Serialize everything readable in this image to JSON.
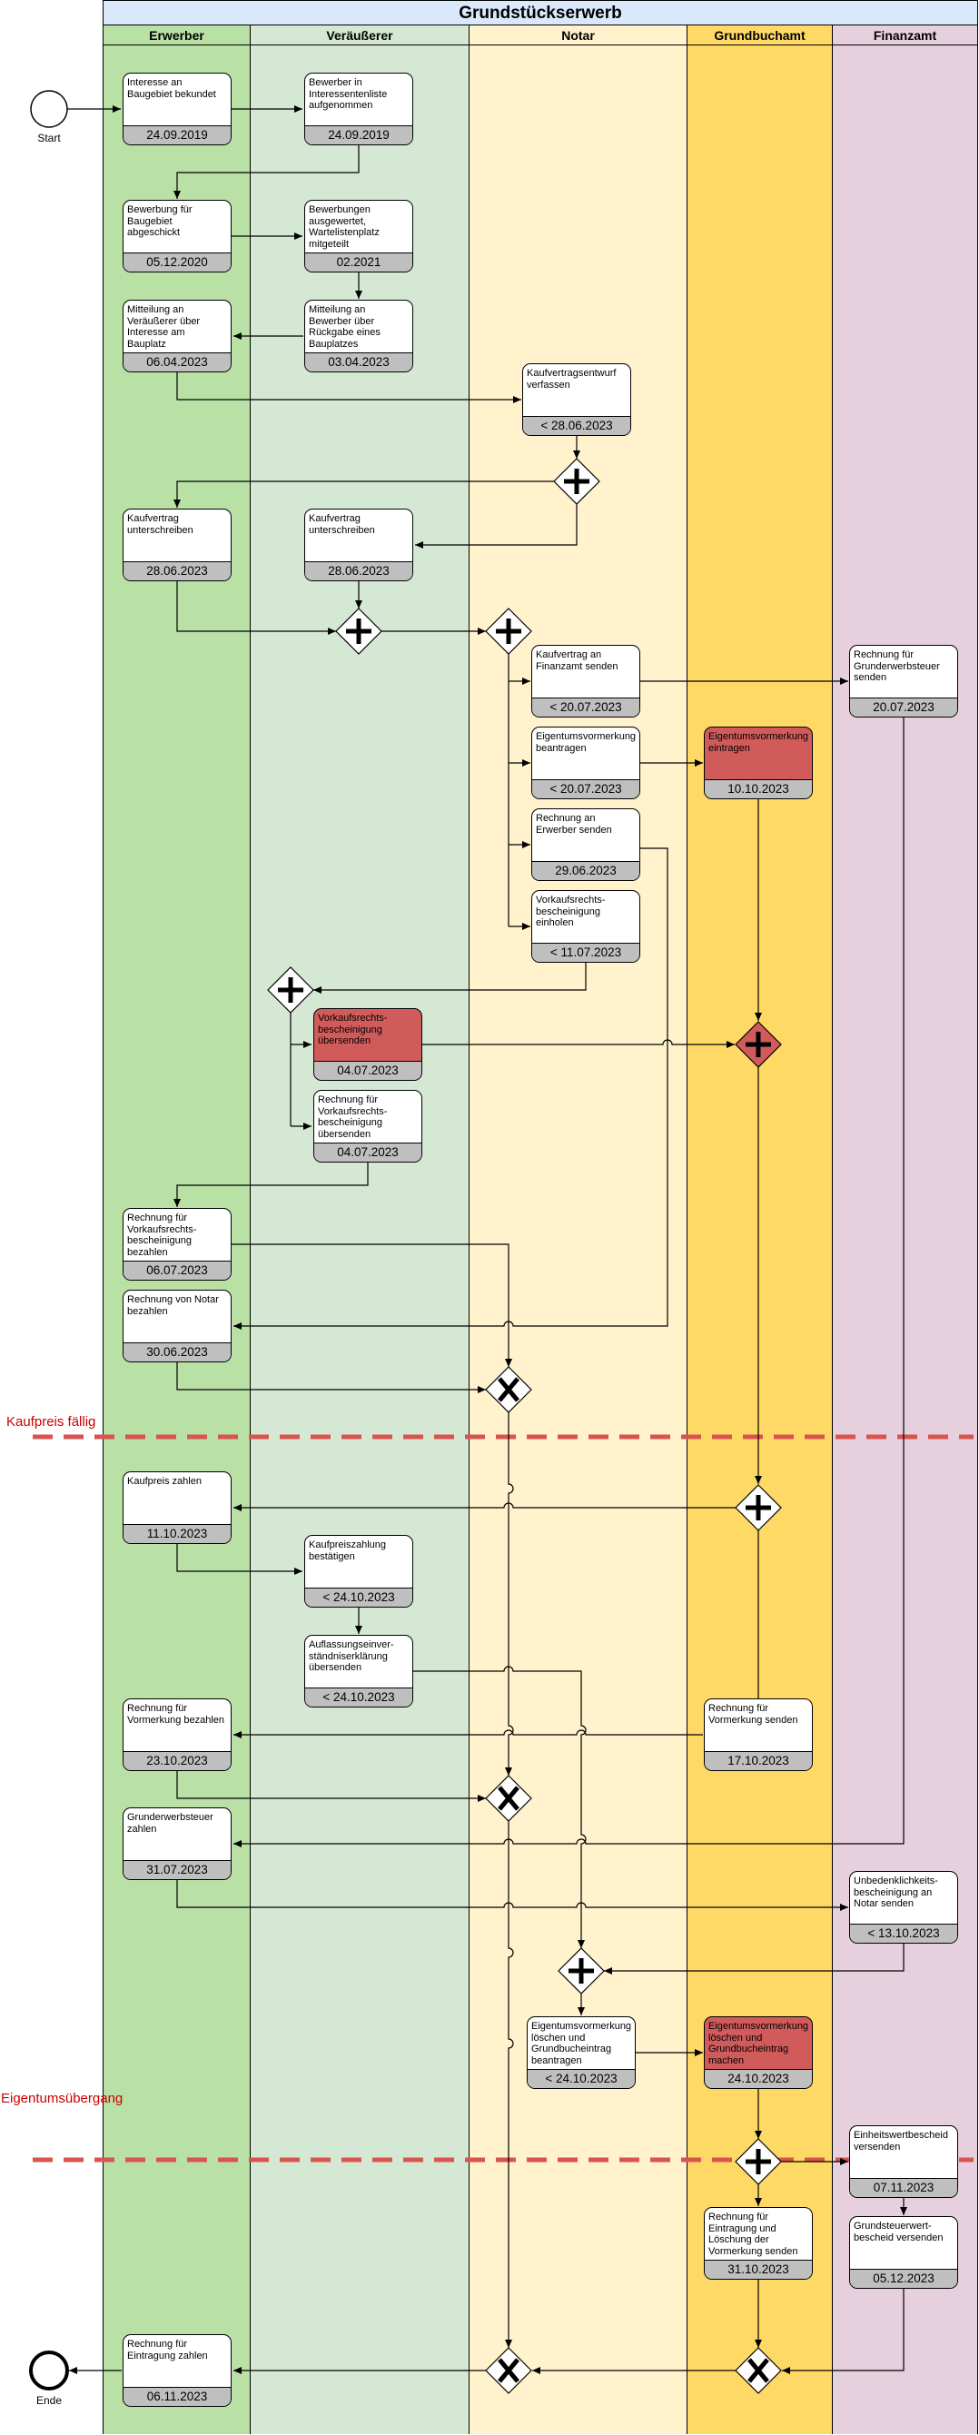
{
  "title": "Grundstückserwerb",
  "lanes": [
    "Erwerber",
    "Veräußerer",
    "Notar",
    "Grundbuchamt",
    "Finanzamt"
  ],
  "events": {
    "start": "Start",
    "end": "Ende"
  },
  "annotations": {
    "kaufpreis": "Kaufpreis fällig",
    "eigentum": "Eigentumsübergang"
  },
  "colors": {
    "erwerber": "#b9e0a5",
    "veraeusserer": "#d5e8d4",
    "notar": "#fff2cc",
    "grundbuchamt": "#ffd966",
    "finanzamt": "#e6d0de",
    "header": "#dae8fc",
    "task_red": "#d15b5b",
    "date_bar": "#bfbfbf",
    "milestone": "#d9534f"
  },
  "tasks": {
    "t1": {
      "label": "Interesse an\nBaugebiet bekundet",
      "date": "24.09.2019"
    },
    "t2": {
      "label": "Bewerber in\nInteressentenliste\naufgenommen",
      "date": "24.09.2019"
    },
    "t3": {
      "label": "Bewerbung für\nBaugebiet\nabgeschickt",
      "date": "05.12.2020"
    },
    "t4": {
      "label": "Bewerbungen\nausgewertet,\nWartelistenplatz\nmitgeteilt",
      "date": "02.2021"
    },
    "t5": {
      "label": "Mitteilung an\nVeräußerer über\nInteresse am\nBauplatz",
      "date": "06.04.2023"
    },
    "t6": {
      "label": "Mitteilung an\nBewerber über\nRückgabe eines\nBauplatzes",
      "date": "03.04.2023"
    },
    "t7": {
      "label": "Kaufvertragsentwurf\nverfassen",
      "date": "< 28.06.2023"
    },
    "t8": {
      "label": "Kaufvertrag\nunterschreiben",
      "date": "28.06.2023"
    },
    "t9": {
      "label": "Kaufvertrag\nunterschreiben",
      "date": "28.06.2023"
    },
    "t10": {
      "label": "Kaufvertrag an\nFinanzamt senden",
      "date": "< 20.07.2023"
    },
    "t11": {
      "label": "Rechnung für\nGrunderwerbsteuer\nsenden",
      "date": "20.07.2023"
    },
    "t12": {
      "label": "Eigentumsvormerkung\nbeantragen",
      "date": "< 20.07.2023"
    },
    "t13": {
      "label": "Eigentumsvormerkung\neintragen",
      "date": "10.10.2023"
    },
    "t14": {
      "label": "Rechnung an\nErwerber senden",
      "date": "29.06.2023"
    },
    "t15": {
      "label": "Vorkaufsrechts-\nbescheinigung\neinholen",
      "date": "< 11.07.2023"
    },
    "t16": {
      "label": "Vorkaufsrechts-\nbescheinigung\nübersenden",
      "date": "04.07.2023"
    },
    "t17": {
      "label": "Rechnung für\nVorkaufsrechts-\nbescheinigung\nübersenden",
      "date": "04.07.2023"
    },
    "t18": {
      "label": "Rechnung für\nVorkaufsrechts-\nbescheinigung\nbezahlen",
      "date": "06.07.2023"
    },
    "t19": {
      "label": "Rechnung von Notar\nbezahlen",
      "date": "30.06.2023"
    },
    "t20": {
      "label": "Kaufpreis zahlen",
      "date": "11.10.2023"
    },
    "t21": {
      "label": "Kaufpreiszahlung\nbestätigen",
      "date": "< 24.10.2023"
    },
    "t22": {
      "label": "Auflassungseinver-\nständniserklärung\nübersenden",
      "date": "< 24.10.2023"
    },
    "t23": {
      "label": "Rechnung für\nVormerkung bezahlen",
      "date": "23.10.2023"
    },
    "t24": {
      "label": "Rechnung für\nVormerkung senden",
      "date": "17.10.2023"
    },
    "t25": {
      "label": "Grunderwerbsteuer\nzahlen",
      "date": "31.07.2023"
    },
    "t26": {
      "label": "Unbedenklichkeits-\nbescheinigung an\nNotar senden",
      "date": "< 13.10.2023"
    },
    "t27": {
      "label": "Eigentumsvormerkung\nlöschen und\nGrundbucheintrag\nbeantragen",
      "date": "< 24.10.2023"
    },
    "t28": {
      "label": "Eigentumsvormerkung\nlöschen und\nGrundbucheintrag\nmachen",
      "date": "24.10.2023"
    },
    "t29": {
      "label": "Einheitswertbescheid\nversenden",
      "date": "07.11.2023"
    },
    "t30": {
      "label": "Rechnung für\nEintragung und\nLöschung der\nVormerkung senden",
      "date": "31.10.2023"
    },
    "t31": {
      "label": "Grundsteuerwert-\nbescheid versenden",
      "date": "05.12.2023"
    },
    "t32": {
      "label": "Rechnung für\nEintragung zahlen",
      "date": "06.11.2023"
    }
  }
}
